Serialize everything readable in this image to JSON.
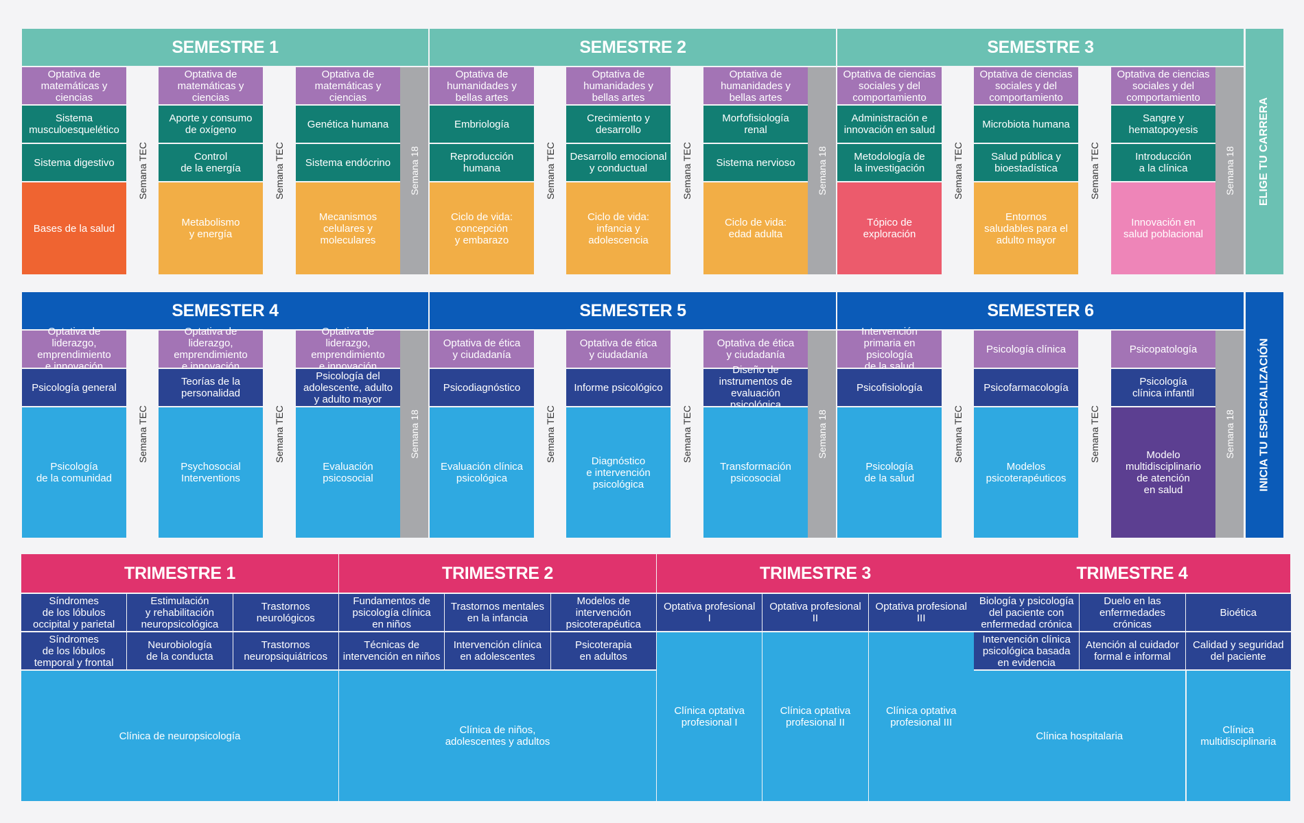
{
  "colors": {
    "teal_header": "#6bc1b3",
    "blue_header": "#0b5bb8",
    "pink_header": "#e0336d",
    "purple": "#a374b5",
    "dark_teal": "#127e73",
    "orange_red": "#ef6431",
    "orange": "#f2ae46",
    "coral": "#ec5b6c",
    "pink": "#ee85b8",
    "navy": "#2a4392",
    "light_blue": "#2fa9e1",
    "violet": "#5c3f91",
    "gray": "#a7a8ab"
  },
  "row1": {
    "side_label": "ELIGE TU CARRERA",
    "semesters": [
      {
        "title": "SEMESTRE 1",
        "columns": [
          [
            "Optativa de\nmatemáticas y ciencias",
            "Sistema\nmusculoesquelético",
            "Sistema digestivo",
            "Bases de la salud"
          ],
          [
            "Optativa de\nmatemáticas y ciencias",
            "Aporte y consumo\nde oxígeno",
            "Control\nde la energía",
            "Metabolismo\ny energía"
          ],
          [
            "Optativa de\nmatemáticas y ciencias",
            "Genética humana",
            "Sistema endócrino",
            "Mecanismos\ncelulares y\nmoleculares"
          ]
        ],
        "week_labels": [
          "Semana TEC",
          "Semana TEC",
          "Semana 18"
        ]
      },
      {
        "title": "SEMESTRE 2",
        "columns": [
          [
            "Optativa de\nhumanidades y\nbellas artes",
            "Embriología",
            "Reproducción\nhumana",
            "Ciclo de vida:\nconcepción\ny embarazo"
          ],
          [
            "Optativa de\nhumanidades y\nbellas artes",
            "Crecimiento y\ndesarrollo",
            "Desarrollo emocional\ny conductual",
            "Ciclo de vida:\ninfancia y\nadolescencia"
          ],
          [
            "Optativa de\nhumanidades y\nbellas artes",
            "Morfofisiología\nrenal",
            "Sistema nervioso",
            "Ciclo de vida:\nedad adulta"
          ]
        ],
        "week_labels": [
          "Semana TEC",
          "Semana TEC",
          "Semana 18"
        ]
      },
      {
        "title": "SEMESTRE 3",
        "columns": [
          [
            "Optativa de ciencias\nsociales y del\ncomportamiento",
            "Administración e\ninnovación en salud",
            "Metodología de\nla investigación",
            "Tópico de\nexploración"
          ],
          [
            "Optativa de ciencias\nsociales y del\ncomportamiento",
            "Microbiota humana",
            "Salud pública y\nbioestadística",
            "Entornos\nsaludables para el\nadulto mayor"
          ],
          [
            "Optativa de ciencias\nsociales y del\ncomportamiento",
            "Sangre y\nhematopoyesis",
            "Introducción\na la clínica",
            "Innovación en\nsalud poblacional"
          ]
        ],
        "week_labels": [
          "Semana TEC",
          "Semana TEC",
          "Semana 18"
        ]
      }
    ]
  },
  "row2": {
    "side_label": "INICIA TU ESPECIALIZACIÓN",
    "semesters": [
      {
        "title": "SEMESTER 4",
        "columns": [
          [
            "Optativa de liderazgo,\nemprendimiento\ne innovación",
            "Psicología general",
            "Psicología\nde la comunidad"
          ],
          [
            "Optativa de liderazgo,\nemprendimiento\ne innovación",
            "Teorías de la\npersonalidad",
            "Psychosocial\nInterventions"
          ],
          [
            "Optativa de liderazgo,\nemprendimiento\ne innovación",
            "Psicología del\nadolescente, adulto\ny adulto mayor",
            "Evaluación\npsicosocial"
          ]
        ],
        "week_labels": [
          "Semana TEC",
          "Semana TEC",
          "Semana 18"
        ]
      },
      {
        "title": "SEMESTER 5",
        "columns": [
          [
            "Optativa de ética\ny ciudadanía",
            "Psicodiagnóstico",
            "Evaluación clínica\npsicológica"
          ],
          [
            "Optativa de ética\ny ciudadanía",
            "Informe psicológico",
            "Diagnóstico\ne intervención\npsicológica"
          ],
          [
            "Optativa de ética\ny ciudadanía",
            "Diseño de\ninstrumentos de\nevaluación psicológica",
            "Transformación\npsicosocial"
          ]
        ],
        "week_labels": [
          "Semana TEC",
          "Semana TEC",
          "Semana 18"
        ]
      },
      {
        "title": "SEMESTER 6",
        "columns": [
          [
            "Intervención\nprimaria en psicología\nde la salud",
            "Psicofisiología",
            "Psicología\nde la salud"
          ],
          [
            "Psicología clínica",
            "Psicofarmacología",
            "Modelos\npsicoterapéuticos"
          ],
          [
            "Psicopatología",
            "Psicología\nclínica infantil",
            "Modelo\nmultidisciplinario\nde atención\nen salud"
          ]
        ],
        "week_labels": [
          "Semana TEC",
          "Semana TEC",
          "Semana 18"
        ]
      }
    ]
  },
  "row3": {
    "trimesters": [
      {
        "title": "TRIMESTRE 1",
        "top": [
          "Síndromes\nde los lóbulos\noccipital y parietal",
          "Estimulación\ny rehabilitación\nneuropsicológica",
          "Trastornos\nneurológicos"
        ],
        "middle": [
          "Síndromes\nde los lóbulos\ntemporal y frontal",
          "Neurobiología\nde la conducta",
          "Trastornos\nneuropsiquiátricos"
        ],
        "bottom": [
          "Clínica de neuropsicología"
        ]
      },
      {
        "title": "TRIMESTRE 2",
        "top": [
          "Fundamentos de\npsicología clínica\nen niños",
          "Trastornos mentales\nen la infancia",
          "Modelos de\nintervención\npsicoterapéutica"
        ],
        "middle": [
          "Técnicas de\nintervención en niños",
          "Intervención clínica\nen adolescentes",
          "Psicoterapia\nen adultos"
        ],
        "bottom": [
          "Clínica de niños,\nadolescentes y adultos"
        ]
      },
      {
        "title": "TRIMESTRE 3",
        "top": [
          "Optativa profesional\nI",
          "Optativa profesional\nII",
          "Optativa profesional\nIII"
        ],
        "bottom": [
          "Clínica optativa\nprofesional I",
          "Clínica optativa\nprofesional II",
          "Clínica optativa\nprofesional III"
        ]
      },
      {
        "title": "TRIMESTRE 4",
        "top": [
          "Biología y psicología\ndel paciente con\nenfermedad crónica",
          "Duelo en las\nenfermedades crónicas",
          "Bioética"
        ],
        "middle": [
          "Intervención clínica\npsicológica basada\nen evidencia",
          "Atención al cuidador\nformal e informal",
          "Calidad y seguridad\ndel paciente"
        ],
        "bottom": [
          "Clínica hospitalaria",
          "Clínica\nmultidisciplinaria"
        ]
      }
    ]
  }
}
